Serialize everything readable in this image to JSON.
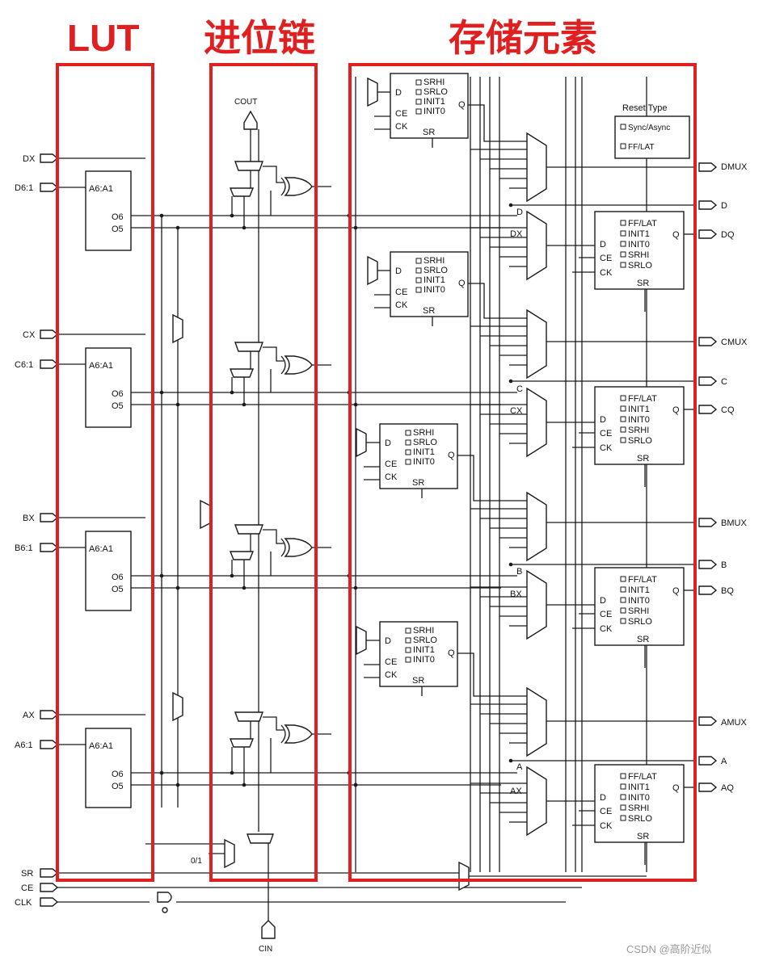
{
  "colors": {
    "highlight": "#e02020",
    "line": "#1a1a1a"
  },
  "headings": {
    "lut": "LUT",
    "carry": "进位链",
    "storage": "存储元素"
  },
  "inputs": {
    "dx": "DX",
    "d6": "D6:1",
    "cx": "CX",
    "c6": "C6:1",
    "bx": "BX",
    "b6": "B6:1",
    "ax": "AX",
    "a6": "A6:1",
    "sr": "SR",
    "ce": "CE",
    "clk": "CLK"
  },
  "lut": {
    "addr": "A6:A1",
    "o6": "O6",
    "o5": "O5"
  },
  "carry": {
    "cout": "COUT",
    "cin": "CIN",
    "const": "0/1"
  },
  "reset": {
    "title": "Reset Type",
    "opt1": "Sync/Async",
    "opt2": "FF/LAT"
  },
  "ff5": {
    "d": "D",
    "ce": "CE",
    "ck": "CK",
    "sr": "SR",
    "q": "Q",
    "i1": "SRHI",
    "i2": "SRLO",
    "i3": "INIT1",
    "i4": "INIT0"
  },
  "ff6": {
    "d": "D",
    "ce": "CE",
    "ck": "CK",
    "sr": "SR",
    "q": "Q",
    "i1": "FF/LAT",
    "i2": "INIT1",
    "i3": "INIT0",
    "i4": "SRHI",
    "i5": "SRLO"
  },
  "outputs": {
    "dmux": "DMUX",
    "d": "D",
    "dq": "DQ",
    "cmux": "CMUX",
    "c": "C",
    "cq": "CQ",
    "bmux": "BMUX",
    "b": "B",
    "bq": "BQ",
    "amux": "AMUX",
    "a": "A",
    "aq": "AQ"
  },
  "mux_labels": {
    "d": "D",
    "dx": "DX",
    "c": "C",
    "cx": "CX",
    "b": "B",
    "bx": "BX",
    "a": "A",
    "ax": "AX"
  },
  "watermark": "CSDN @高阶近似"
}
